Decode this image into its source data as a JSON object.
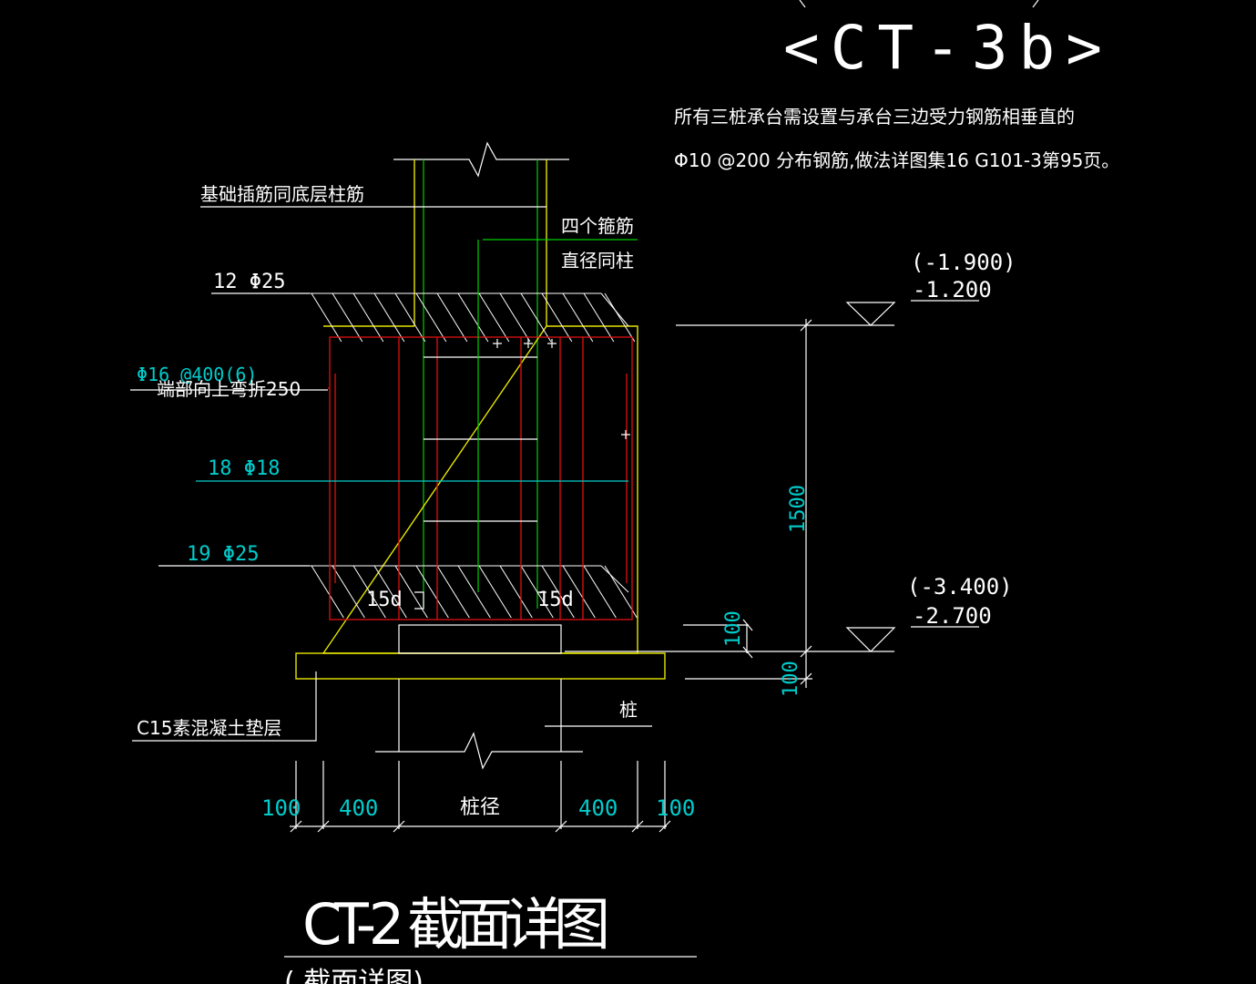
{
  "drawing": {
    "top_tag": "<CT-3b>",
    "note_line1": "所有三桩承台需设置与承台三边受力钢筋相垂直的",
    "note_line2": "Φ10 @200 分布钢筋,做法详图集16 G101-3第95页。",
    "labels": {
      "column_bar": "基础插筋同底层柱筋",
      "four_stirrups_1": "四个箍筋",
      "four_stirrups_2": "直径同柱",
      "top_bars": "12 Φ25",
      "side_bars_a": "Φ16 @400(6)",
      "side_bars_b": "端部向上弯折250",
      "middle_bars": "18 Φ18",
      "bottom_bars": "19 Φ25",
      "anchor_left": "15d",
      "anchor_right": "15d",
      "cushion": "C15素混凝土垫层",
      "pile": "桩"
    },
    "elevations": {
      "top_paren": "(-1.900)",
      "top_value": "-1.200",
      "bottom_paren": "(-3.400)",
      "bottom_value": "-2.700"
    },
    "dims": {
      "height": "1500",
      "cover": "100",
      "cushion": "100",
      "d1": "100",
      "d2": "400",
      "d3": "桩径",
      "d4": "400",
      "d5": "100"
    },
    "title": "CT-2   截面详图",
    "title_below": "(     截面详图)"
  },
  "colors": {
    "background": "#000000",
    "concrete": "#e6e600",
    "rebar": "#e01010",
    "stirrup": "#00cc00",
    "dimension": "#00cccc",
    "text": "#ffffff"
  }
}
